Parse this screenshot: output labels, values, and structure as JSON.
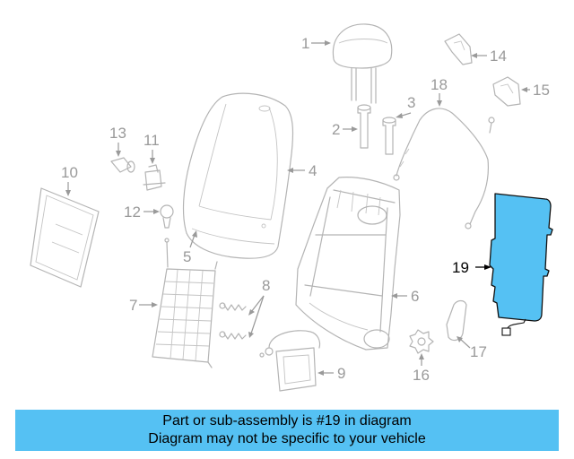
{
  "callouts": {
    "c1": "1",
    "c2": "2",
    "c3": "3",
    "c4": "4",
    "c5": "5",
    "c6": "6",
    "c7": "7",
    "c8": "8",
    "c9": "9",
    "c10": "10",
    "c11": "11",
    "c12": "12",
    "c13": "13",
    "c14": "14",
    "c15": "15",
    "c16": "16",
    "c17": "17",
    "c18": "18",
    "c19": "19"
  },
  "highlight": {
    "part_number": "19",
    "color": "#55c1f3"
  },
  "banner": {
    "line1": "Part or sub-assembly is #19 in diagram",
    "line2": "Diagram may not be specific to your vehicle",
    "color": "#55c1f3"
  }
}
